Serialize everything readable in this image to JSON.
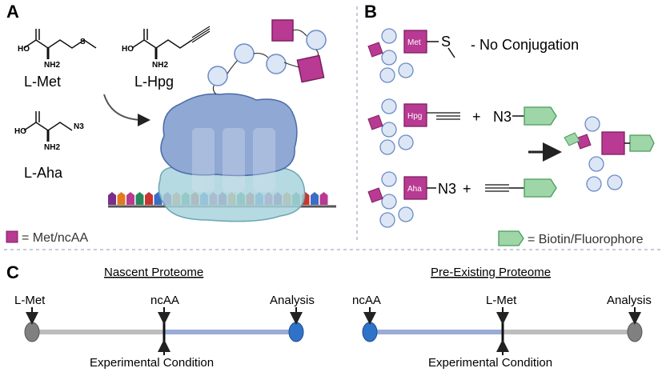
{
  "panels": {
    "a": "A",
    "b": "B",
    "c": "C"
  },
  "amino_acids": {
    "met": {
      "label": "L-Met",
      "ho": "HO",
      "nh2": "NH2",
      "s": "S"
    },
    "hpg": {
      "label": "L-Hpg",
      "ho": "HO",
      "nh2": "NH2"
    },
    "aha": {
      "label": "L-Aha",
      "ho": "HO",
      "nh2": "NH2",
      "n3": "N3"
    }
  },
  "legend": {
    "met_ncaa": "= Met/ncAA",
    "biotin": "= Biotin/Fluorophore"
  },
  "panel_b": {
    "met_tag": "Met",
    "hpg_tag": "Hpg",
    "aha_tag": "Aha",
    "s_label": "S",
    "no_conjugation": "-  No Conjugation",
    "plus": "+",
    "n3": "N3"
  },
  "panel_c": {
    "nascent": {
      "title": "Nascent Proteome",
      "start": "L-Met",
      "mid": "ncAA",
      "end": "Analysis",
      "condition": "Experimental Condition"
    },
    "preexisting": {
      "title": "Pre-Existing Proteome",
      "start": "ncAA",
      "mid": "L-Met",
      "end": "Analysis",
      "condition": "Experimental Condition"
    }
  },
  "colors": {
    "magenta": "#b83a93",
    "green": "#9fd6a8",
    "ribosome_top": "#8fa8d4",
    "ribosome_bottom": "#a8d4dc",
    "timeline_grey": "#bdbdbd",
    "timeline_blue": "#9aabd6",
    "dot_blue": "#2f73c9",
    "dot_grey": "#808080"
  }
}
